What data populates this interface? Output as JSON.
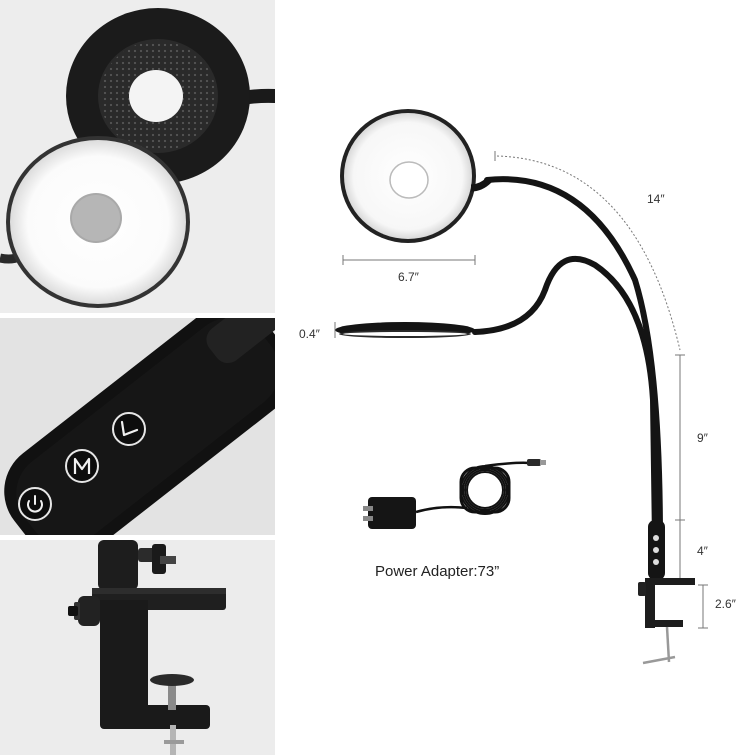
{
  "dimensions": {
    "head_height": "14″",
    "head_diameter": "6.7″",
    "head_thickness": "0.4″",
    "neck_length": "9″",
    "control_section": "4″",
    "clamp_height": "2.6″"
  },
  "power_adapter": {
    "label": "Power Adapter:73”"
  },
  "icons": {
    "power": "power-icon",
    "mode": "mode-m-icon",
    "dimmer": "brightness-check-icon"
  },
  "colors": {
    "lamp_black": "#141414",
    "led_white": "#ffffff",
    "clamp_black": "#1d1d1d",
    "background": "#ffffff"
  }
}
